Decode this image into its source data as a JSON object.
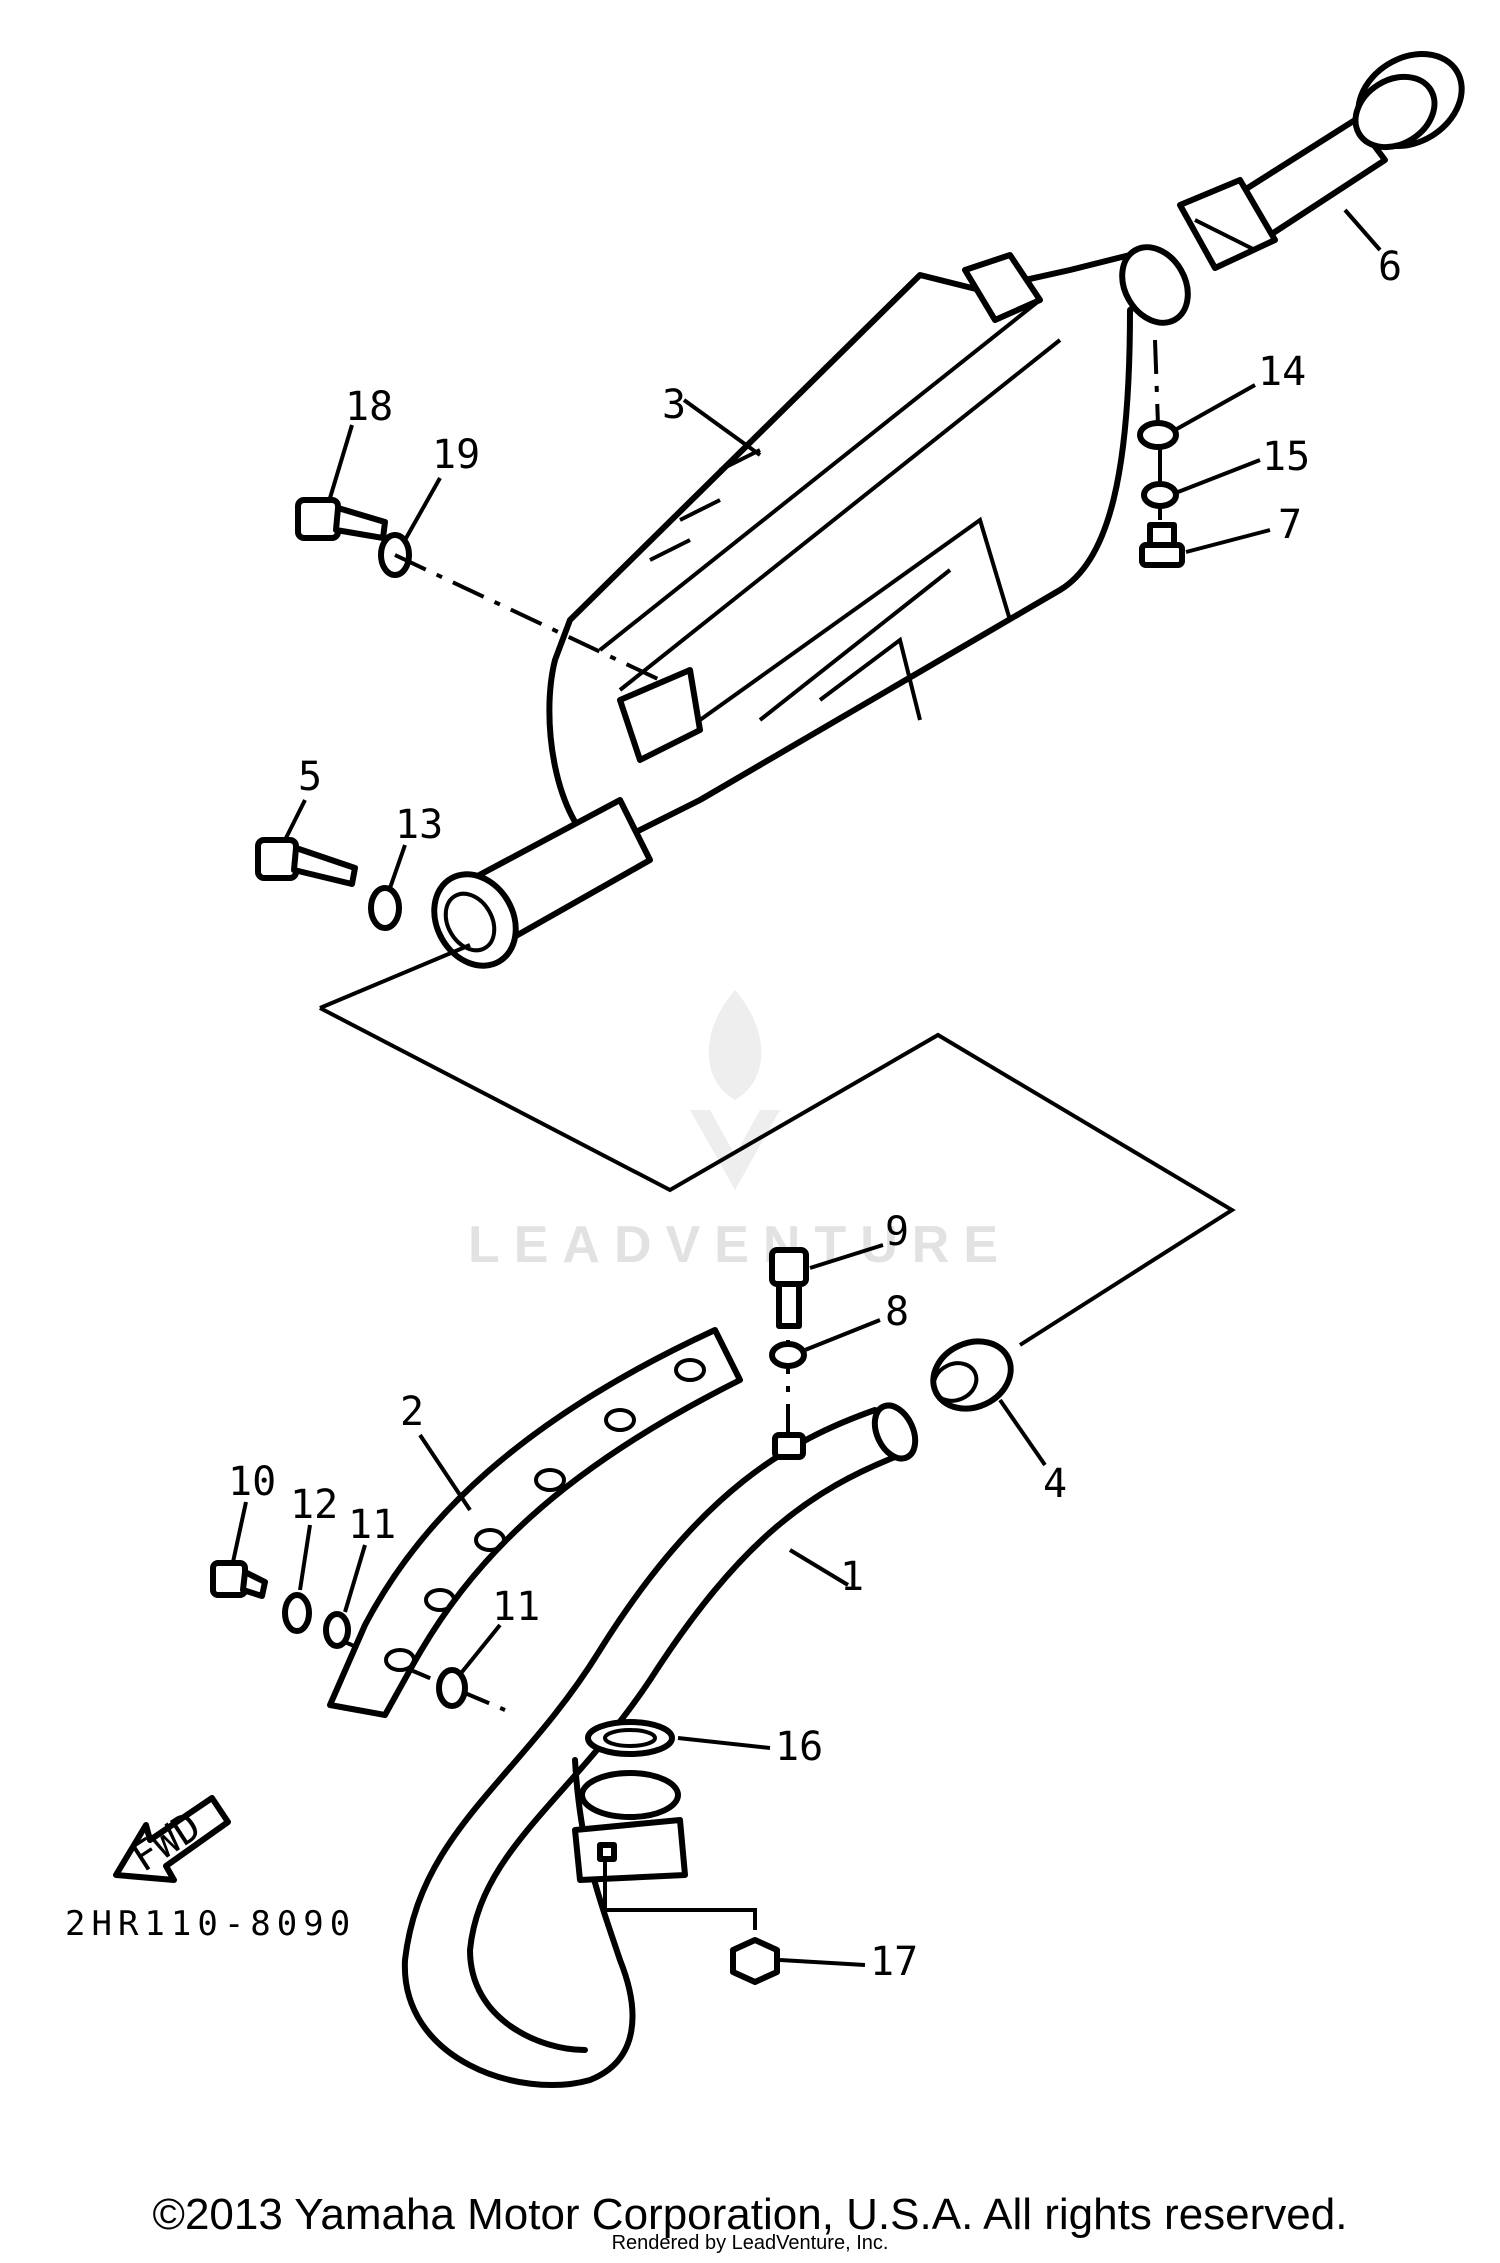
{
  "diagram": {
    "callouts": {
      "p1": "1",
      "p2": "2",
      "p3": "3",
      "p4": "4",
      "p5": "5",
      "p6": "6",
      "p7": "7",
      "p8": "8",
      "p9": "9",
      "p10": "10",
      "p11a": "11",
      "p11b": "11",
      "p12": "12",
      "p13": "13",
      "p14": "14",
      "p15": "15",
      "p16": "16",
      "p17": "17",
      "p18": "18",
      "p19": "19"
    },
    "fwd_label": "FWD",
    "drawing_code": "2HR110-8090"
  },
  "watermark": {
    "text": "LEADVENTURE",
    "color": "#e2e2e2"
  },
  "footer": {
    "copyright": "©2013 Yamaha Motor Corporation, U.S.A. All rights reserved.",
    "rendered_by": "Rendered by LeadVenture, Inc."
  }
}
